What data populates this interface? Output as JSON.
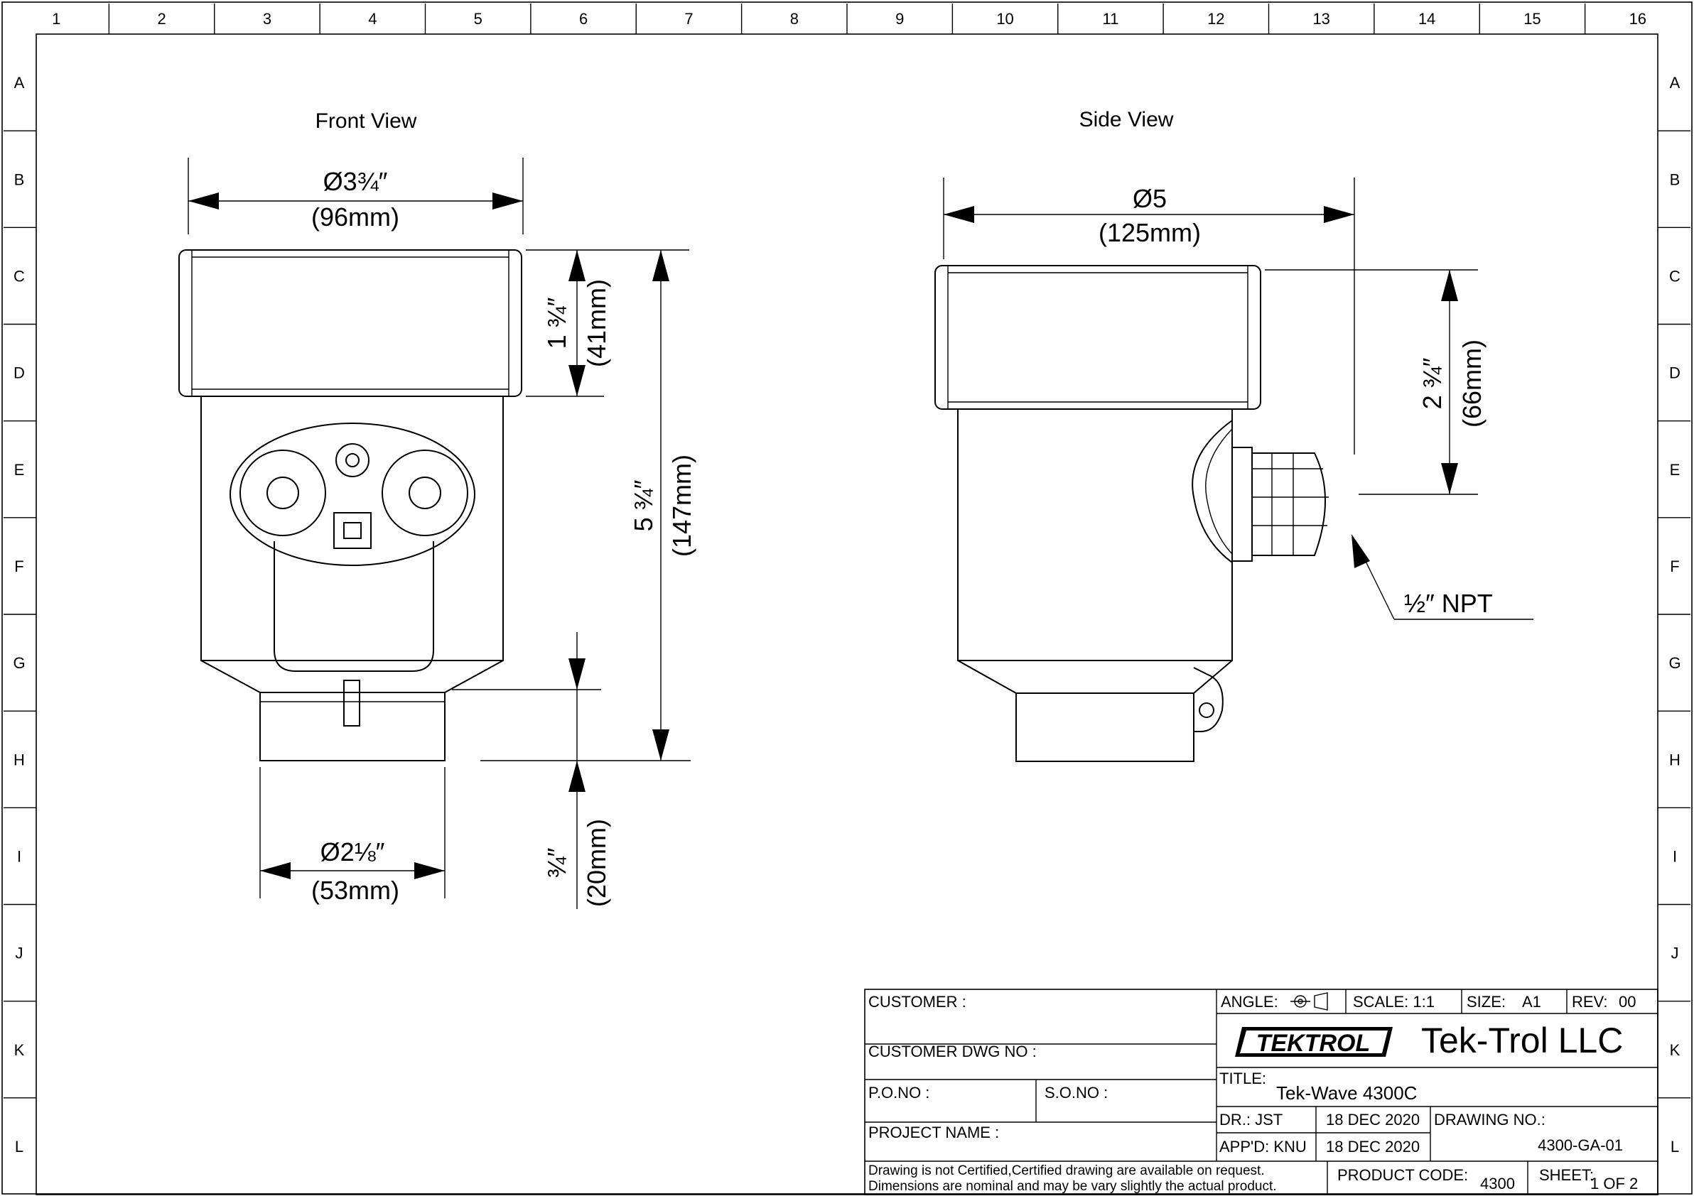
{
  "grid": {
    "columns": [
      "1",
      "2",
      "3",
      "4",
      "5",
      "6",
      "7",
      "8",
      "9",
      "10",
      "11",
      "12",
      "13",
      "14",
      "15",
      "16"
    ],
    "rows": [
      "A",
      "B",
      "C",
      "D",
      "E",
      "F",
      "G",
      "H",
      "I",
      "J",
      "K",
      "L"
    ]
  },
  "views": {
    "front_title": "Front View",
    "side_title": "Side View"
  },
  "front_dims": {
    "top_dia": "Ø3¾″",
    "top_dia_mm": "(96mm)",
    "cap_height": "1 ¾″",
    "cap_height_mm": "(41mm)",
    "total_height": "5 ¾″",
    "total_height_mm": "(147mm)",
    "bottom_dia": "Ø2⅛″",
    "bottom_dia_mm": "(53mm)",
    "bottom_height": "¾″",
    "bottom_height_mm": "(20mm)"
  },
  "side_dims": {
    "top_dia": "Ø5",
    "top_dia_mm": "(125mm)",
    "gland_height": "2 ¾″",
    "gland_height_mm": "(66mm)",
    "thread": "½″ NPT"
  },
  "title_block": {
    "customer": "CUSTOMER :",
    "customer_dwg": "CUSTOMER DWG NO :",
    "po_no": "P.O.NO :",
    "so_no": "S.O.NO :",
    "project_name": "PROJECT NAME :",
    "note_line1": "Drawing is not Certified,Certified drawing are available on request.",
    "note_line2": "Dimensions are nominal and may be vary slightly the actual product.",
    "angle_label": "ANGLE:",
    "scale": "SCALE: 1:1",
    "size_label": "SIZE:",
    "size_value": "A1",
    "rev_label": "REV:",
    "rev_value": "00",
    "logo_text": "TEKTROL",
    "company": "Tek-Trol LLC",
    "title_label": "TITLE:",
    "title_value": "Tek-Wave 4300C",
    "dr_label": "DR.: JST",
    "dr_date": "18 DEC 2020",
    "drawing_no_label": "DRAWING NO.:",
    "drawing_no_value": "4300-GA-01",
    "appd_label": "APP'D: KNU",
    "appd_date": "18 DEC 2020",
    "product_code_label": "PRODUCT CODE:",
    "product_code_value": "4300",
    "sheet_label": "SHEET:",
    "sheet_value": "1 OF 2"
  }
}
